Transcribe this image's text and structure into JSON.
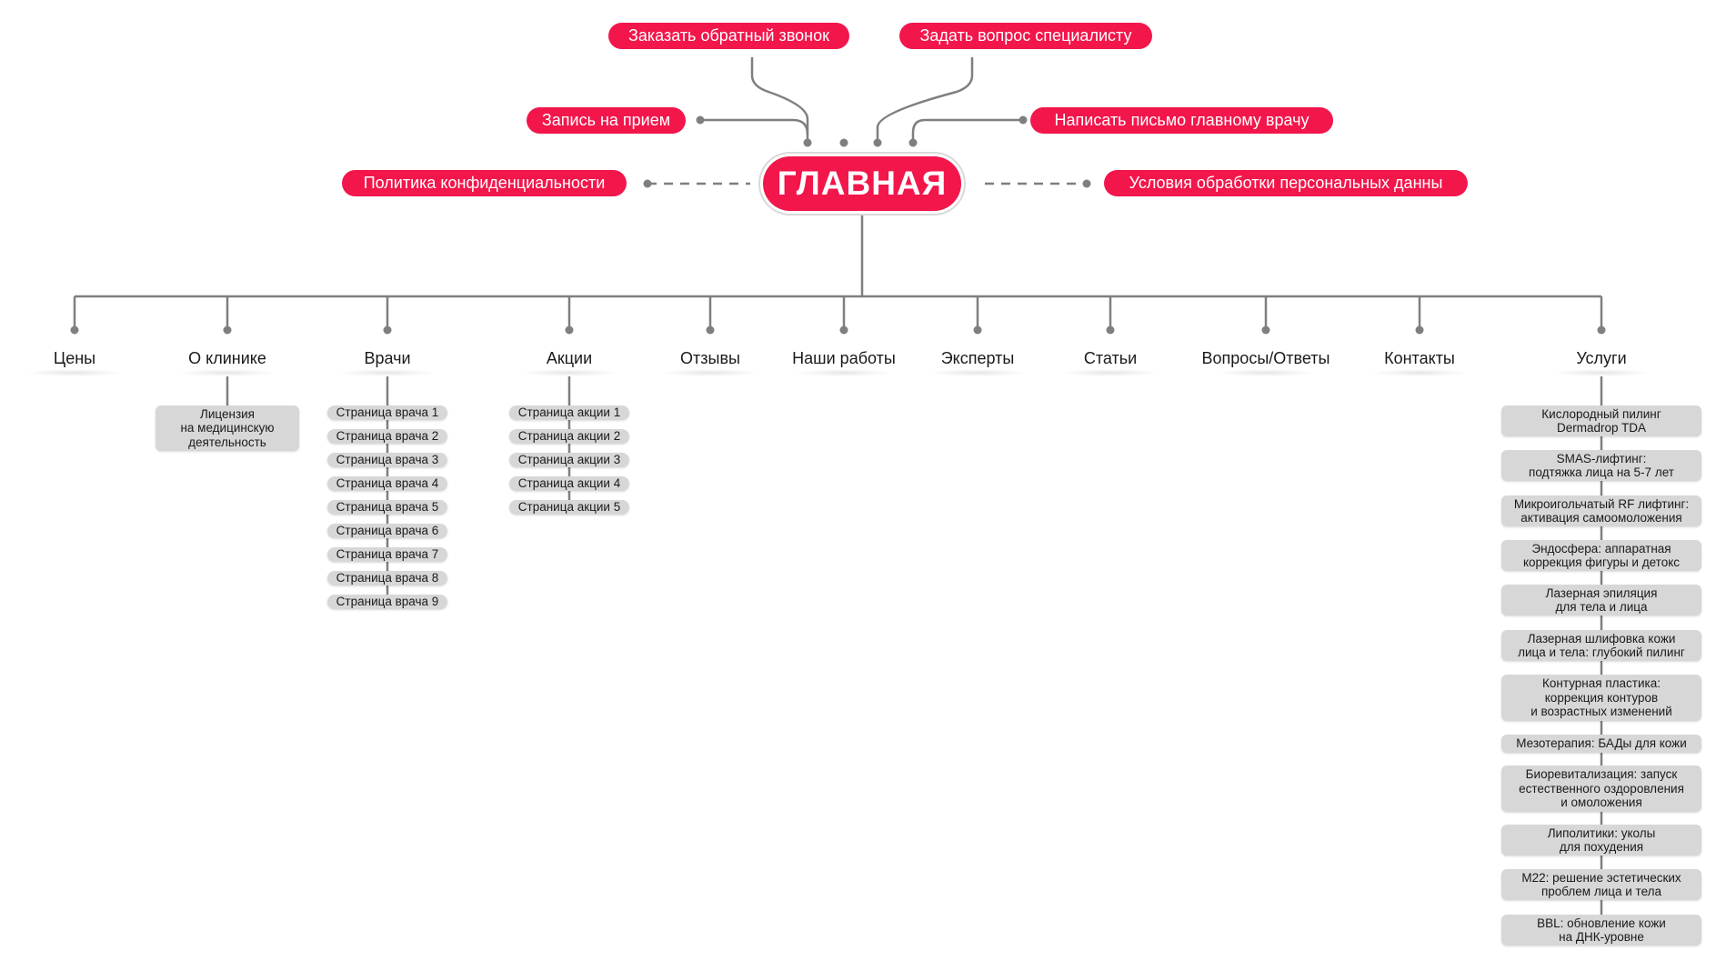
{
  "main": {
    "label": "ГЛАВНАЯ"
  },
  "top_links": {
    "callback": "Заказать обратный звонок",
    "ask_specialist": "Задать вопрос специалисту",
    "appointment": "Запись на прием",
    "letter_chief": "Написать письмо главному врачу",
    "privacy_policy": "Политика конфиденциальности",
    "personal_data": "Условия обработки персональных данны"
  },
  "sections": [
    {
      "label": "Цены"
    },
    {
      "label": "О клинике"
    },
    {
      "label": "Врачи"
    },
    {
      "label": "Акции"
    },
    {
      "label": "Отзывы"
    },
    {
      "label": "Наши работы"
    },
    {
      "label": "Эксперты"
    },
    {
      "label": "Статьи"
    },
    {
      "label": "Вопросы/Ответы"
    },
    {
      "label": "Контакты"
    },
    {
      "label": "Услуги"
    }
  ],
  "about_children": [
    {
      "lines": [
        "Лицензия",
        "на медицинскую",
        "деятельность"
      ]
    }
  ],
  "doctor_pages": [
    "Страница врача 1",
    "Страница врача 2",
    "Страница врача 3",
    "Страница врача 4",
    "Страница врача 5",
    "Страница врача 6",
    "Страница врача 7",
    "Страница врача 8",
    "Страница врача 9"
  ],
  "promo_pages": [
    "Страница акции 1",
    "Страница акции 2",
    "Страница акции 3",
    "Страница акции 4",
    "Страница акции 5"
  ],
  "services": [
    {
      "lines": [
        "Кислородный пилинг",
        "Dermadrop TDA"
      ]
    },
    {
      "lines": [
        "SMAS-лифтинг:",
        "подтяжка лица на 5-7 лет"
      ]
    },
    {
      "lines": [
        "Микроигольчатый RF лифтинг:",
        "активация самоомоложения"
      ]
    },
    {
      "lines": [
        "Эндосфера: аппаратная",
        "коррекция фигуры и детокс"
      ]
    },
    {
      "lines": [
        "Лазерная эпиляция",
        "для тела и лица"
      ]
    },
    {
      "lines": [
        "Лазерная шлифовка кожи",
        "лица и тела: глубокий пилинг"
      ]
    },
    {
      "lines": [
        "Контурная пластика:",
        "коррекция контуров",
        "и возрастных изменений"
      ]
    },
    {
      "lines": [
        "Мезотерапия: БАДы для кожи"
      ]
    },
    {
      "lines": [
        "Биоревитализация: запуск",
        "естественного оздоровления",
        "и омоложения"
      ]
    },
    {
      "lines": [
        "Липолитики: уколы",
        "для похудения"
      ]
    },
    {
      "lines": [
        "M22: решение эстетических",
        "проблем лица и тела"
      ]
    },
    {
      "lines": [
        "BBL: обновление кожи",
        "на ДНК-уровне"
      ]
    }
  ],
  "colors": {
    "accent": "#f2164b",
    "connector": "#7f7f7f",
    "child_fill": "#d7d7d7",
    "text": "#1a1a1a"
  }
}
